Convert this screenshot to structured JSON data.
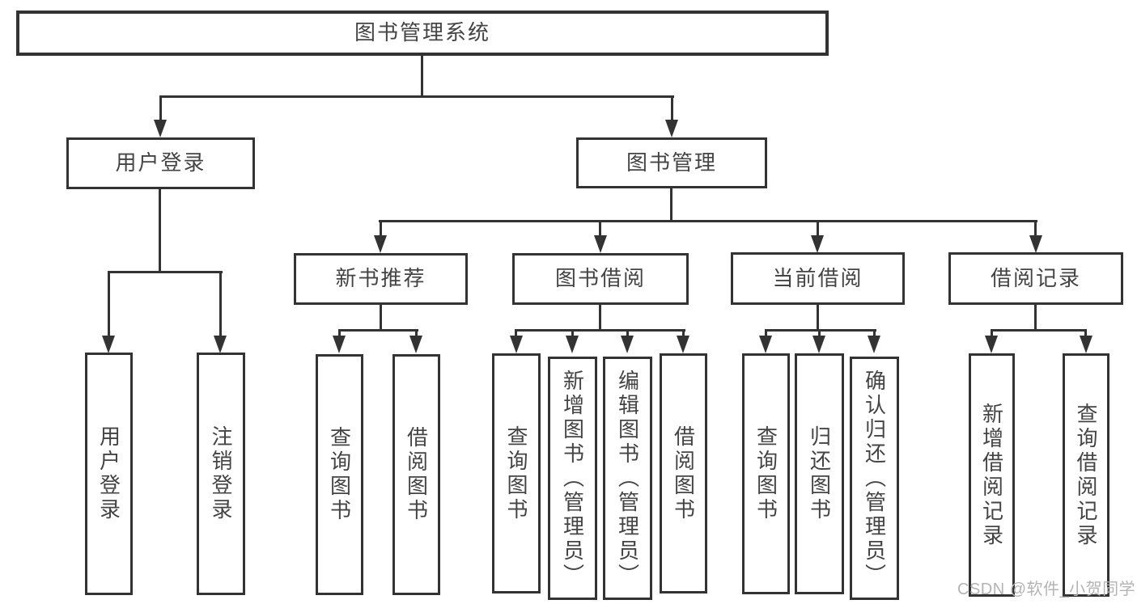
{
  "colors": {
    "background": "#ffffff",
    "line": "#333333",
    "text": "#444444",
    "watermark": "#b4b4b4"
  },
  "watermark": "CSDN @软件_小贺同学",
  "hierarchy": {
    "root": {
      "label": "图书管理系统",
      "children": [
        {
          "label": "用户登录",
          "children": [
            {
              "label": "用户登录"
            },
            {
              "label": "注销登录"
            }
          ]
        },
        {
          "label": "图书管理",
          "children": [
            {
              "label": "新书推荐",
              "children": [
                {
                  "label": "查询图书"
                },
                {
                  "label": "借阅图书"
                }
              ]
            },
            {
              "label": "图书借阅",
              "children": [
                {
                  "label": "查询图书"
                },
                {
                  "label": "新增图书（管理员）"
                },
                {
                  "label": "编辑图书（管理员）"
                },
                {
                  "label": "借阅图书"
                }
              ]
            },
            {
              "label": "当前借阅",
              "children": [
                {
                  "label": "查询图书"
                },
                {
                  "label": "归还图书"
                },
                {
                  "label": "确认归还（管理员）"
                }
              ]
            },
            {
              "label": "借阅记录",
              "children": [
                {
                  "label": "新增借阅记录"
                },
                {
                  "label": "查询借阅记录"
                }
              ]
            }
          ]
        }
      ]
    }
  }
}
